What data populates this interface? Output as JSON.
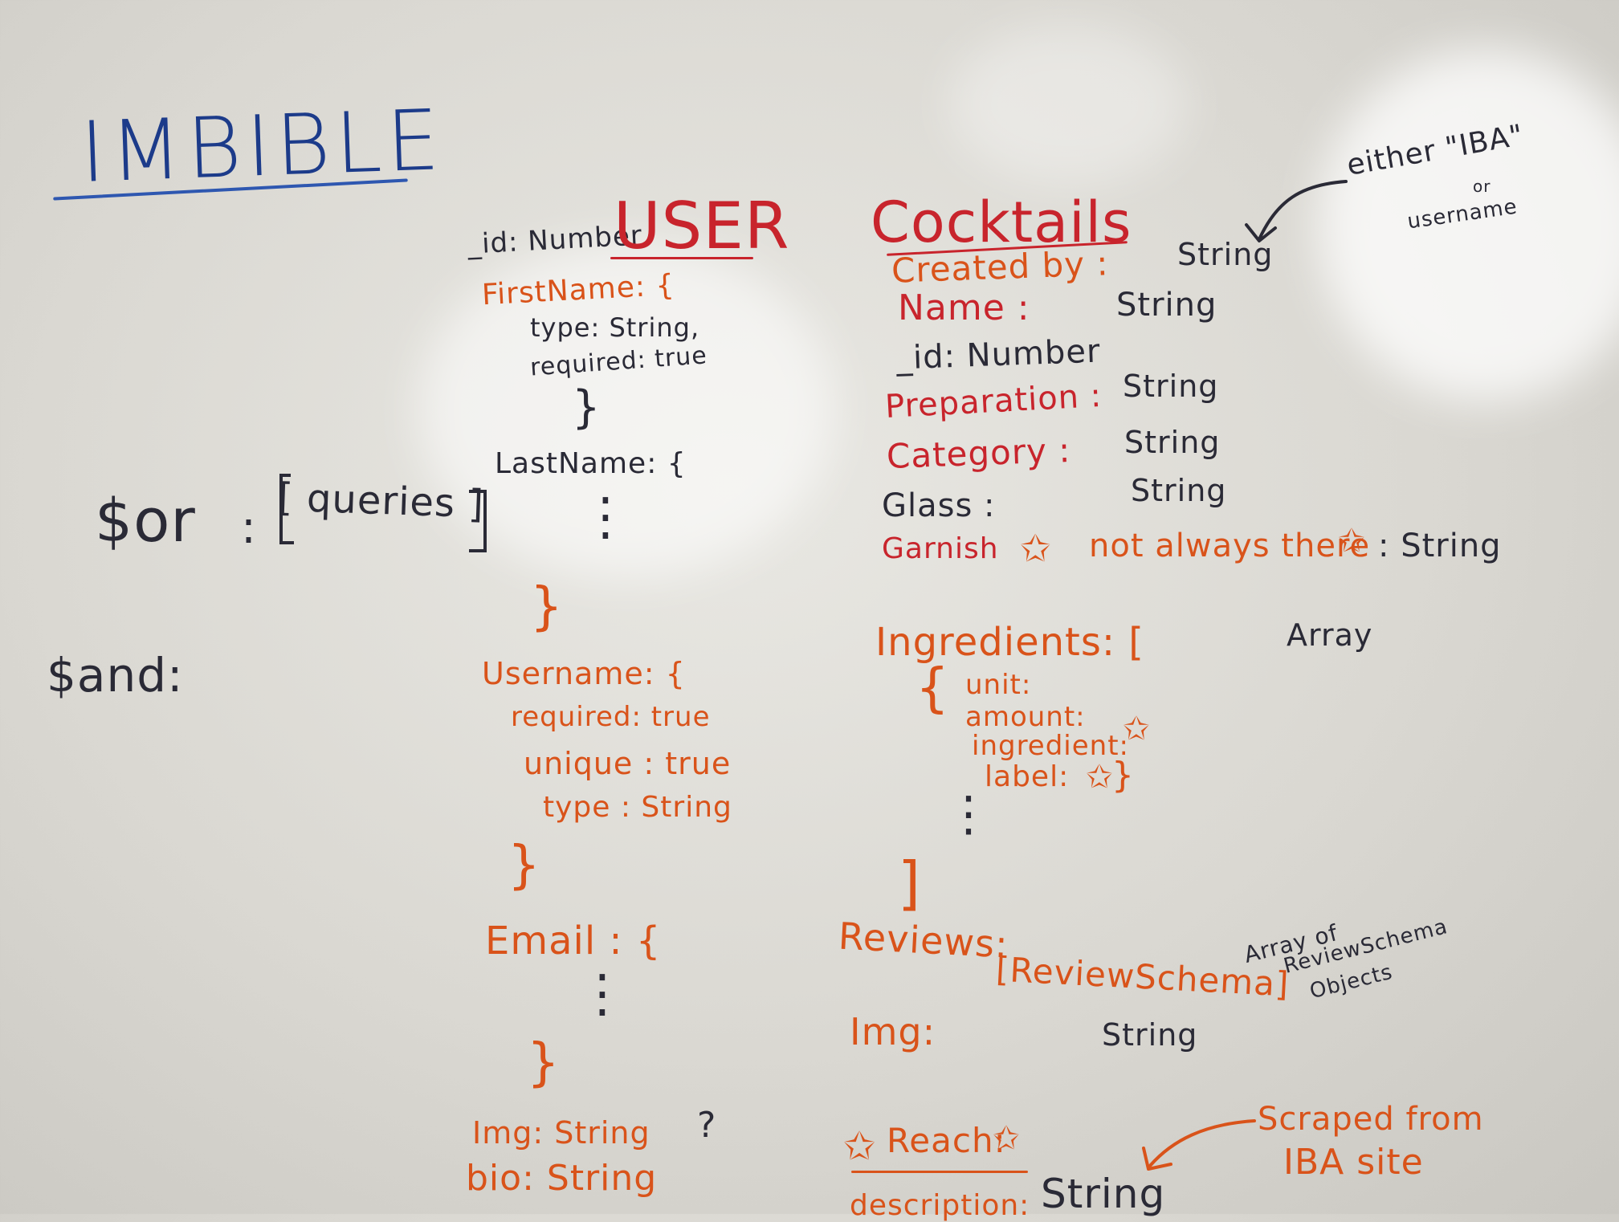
{
  "title": "IMBIBLE",
  "left": {
    "or_key": "$or",
    "or_colon": ":",
    "or_value": "[ queries ]",
    "and_key": "$and:"
  },
  "user": {
    "heading": "USER",
    "id_line": "_id: Number",
    "first_name": "FirstName: {",
    "first_type": "type: String,",
    "first_required": "required: true",
    "first_close": "}",
    "last_name": "LastName: {",
    "last_dots": "⋮",
    "last_close": "}",
    "username": "Username: {",
    "username_required": "required: true",
    "username_unique": "unique : true",
    "username_type": "type : String",
    "username_close": "}",
    "email": "Email : {",
    "email_dots": "⋮",
    "email_close": "}",
    "img": "Img: String",
    "img_q": "?",
    "bio": "bio: String"
  },
  "cocktails": {
    "heading": "Cocktails",
    "created_by": "Created by :",
    "created_by_type": "String",
    "either_note": "either \"IBA\"",
    "either_or": "or",
    "either_username": "username",
    "name": "Name :",
    "name_type": "String",
    "id": "_id: Number",
    "preparation": "Preparation :",
    "preparation_type": "String",
    "category": "Category :",
    "category_type": "String",
    "glass": "Glass :",
    "glass_type": "String",
    "garnish": "Garnish",
    "garnish_note": "not always there",
    "garnish_type": ": String",
    "ingredients": "Ingredients: [",
    "ingredients_type": "Array",
    "ing_open": "{",
    "ing_unit": "unit:",
    "ing_amount": "amount:",
    "ing_ingredient": "ingredient:",
    "ing_label": "label:",
    "ing_close_inner": "}",
    "ing_dots": "⋮",
    "ing_close": "]",
    "reviews": "Reviews:",
    "reviews_type": "[ReviewSchema]",
    "reviews_note_1": "Array of",
    "reviews_note_2": "ReviewSchema",
    "reviews_note_3": "Objects",
    "img": "Img:",
    "img_type": "String",
    "reach": "Reach:",
    "description": "description:",
    "description_type": "String",
    "scraped_1": "Scraped from",
    "scraped_2": "IBA site"
  },
  "colors": {
    "blue_marker": "#1c3b8a",
    "orange_marker": "#d9531a",
    "red_marker": "#c8242c",
    "black_marker": "#2a2a36",
    "board": "#e3e2dd"
  }
}
